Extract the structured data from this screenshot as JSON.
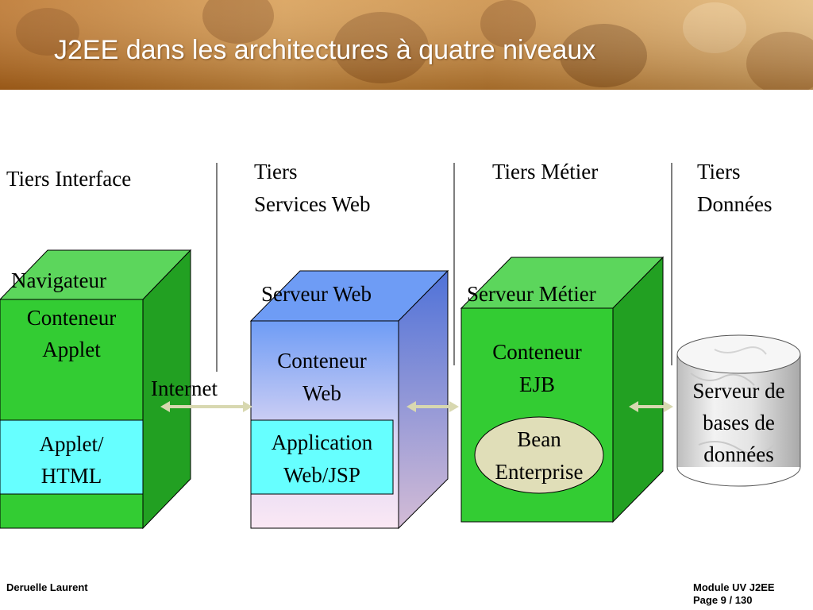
{
  "slide": {
    "title": "J2EE dans les architectures à quatre niveaux"
  },
  "tiers": {
    "interface": "Tiers Interface",
    "web_line1": "Tiers",
    "web_line2": "Services Web",
    "metier": "Tiers Métier",
    "donnees_line1": "Tiers",
    "donnees_line2": "Données"
  },
  "navigateur": {
    "title": "Navigateur",
    "container_line1": "Conteneur",
    "container_line2": "Applet",
    "component_line1": "Applet/",
    "component_line2": "HTML"
  },
  "internet_label": "Internet",
  "serveur_web": {
    "title": "Serveur Web",
    "container_line1": "Conteneur",
    "container_line2": "Web",
    "component_line1": "Application",
    "component_line2": "Web/JSP"
  },
  "serveur_metier": {
    "title": "Serveur Métier",
    "container_line1": "Conteneur",
    "container_line2": "EJB",
    "component_line1": "Bean",
    "component_line2": "Enterprise"
  },
  "database": {
    "line1": "Serveur de",
    "line2": "bases de",
    "line3": "données"
  },
  "footer": {
    "author": "Deruelle Laurent",
    "module": "Module UV J2EE",
    "page": "Page 9 / 130"
  },
  "colors": {
    "banner": "#c07a2a",
    "green": "#33cc33",
    "cyan": "#66ffff",
    "web_blue": "#6e9cf5",
    "bean": "#e0deb8",
    "arrow": "#d8d8b0"
  }
}
